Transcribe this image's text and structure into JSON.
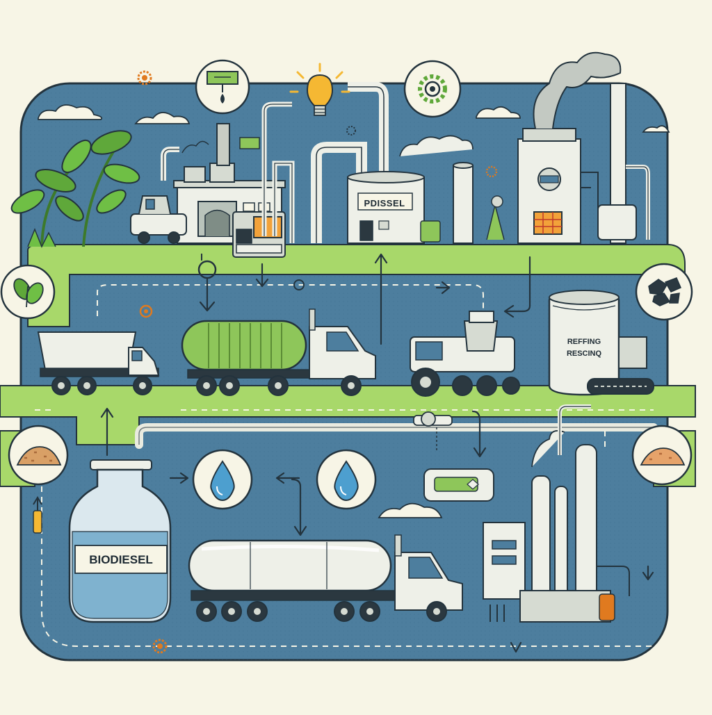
{
  "labels": {
    "plant_sign": "PDISSEL",
    "refining_line1": "REFFING",
    "refining_line2": "RESCINQ",
    "bottle_label": "BIODIESEL"
  },
  "colors": {
    "background": "#f7f5e6",
    "water_blue": "#4d7e9e",
    "road_green": "#a8d86a",
    "outline": "#23333d",
    "accent_orange": "#e07a1f",
    "bulb_yellow": "#f5b833",
    "leaf_green": "#5fa83a"
  },
  "icons": [
    "plant-leaf-icon",
    "sediment-pile-icon",
    "water-droplet-icon",
    "gear-icon",
    "light-bulb-icon",
    "coal-icon",
    "faucet-drop-icon"
  ]
}
